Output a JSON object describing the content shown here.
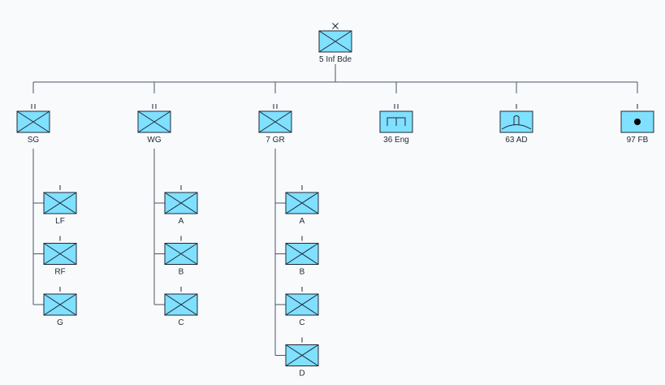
{
  "colors": {
    "unit_fill": "#80e0ff",
    "line": "#4b5563",
    "frame": "#1f2937",
    "background": "#f8fafc"
  },
  "hq": {
    "label": "5 Inf Bde",
    "echelon": "brigade",
    "symbol": "infantry"
  },
  "children": [
    {
      "label": "SG",
      "echelon": "battalion",
      "symbol": "infantry",
      "subunits": [
        {
          "label": "LF",
          "echelon": "company",
          "symbol": "infantry"
        },
        {
          "label": "RF",
          "echelon": "company",
          "symbol": "infantry"
        },
        {
          "label": "G",
          "echelon": "company",
          "symbol": "infantry"
        }
      ]
    },
    {
      "label": "WG",
      "echelon": "battalion",
      "symbol": "infantry",
      "subunits": [
        {
          "label": "A",
          "echelon": "company",
          "symbol": "infantry"
        },
        {
          "label": "B",
          "echelon": "company",
          "symbol": "infantry"
        },
        {
          "label": "C",
          "echelon": "company",
          "symbol": "infantry"
        }
      ]
    },
    {
      "label": "7 GR",
      "echelon": "battalion",
      "symbol": "infantry",
      "subunits": [
        {
          "label": "A",
          "echelon": "company",
          "symbol": "infantry"
        },
        {
          "label": "B",
          "echelon": "company",
          "symbol": "infantry"
        },
        {
          "label": "C",
          "echelon": "company",
          "symbol": "infantry"
        },
        {
          "label": "D",
          "echelon": "company",
          "symbol": "infantry"
        }
      ]
    },
    {
      "label": "36 Eng",
      "echelon": "battalion",
      "symbol": "engineer",
      "subunits": []
    },
    {
      "label": "63 AD",
      "echelon": "company",
      "symbol": "air-defence",
      "subunits": []
    },
    {
      "label": "97 FB",
      "echelon": "company",
      "symbol": "artillery",
      "subunits": []
    }
  ]
}
